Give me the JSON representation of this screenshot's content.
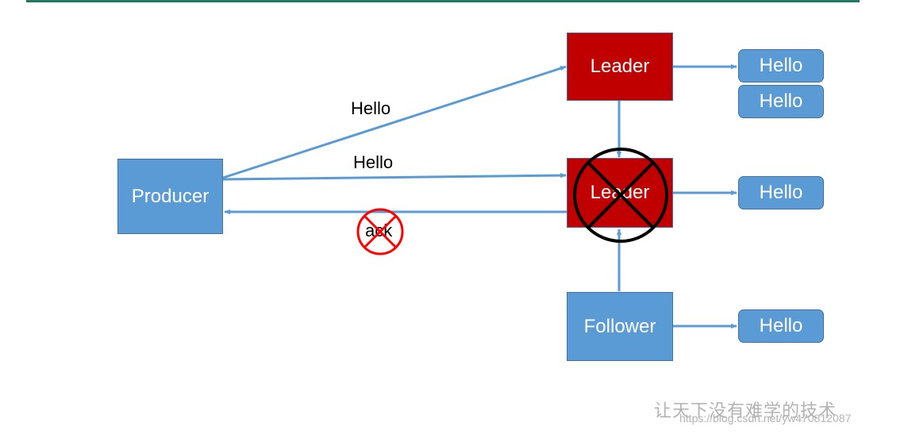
{
  "diagram": {
    "producer": "Producer",
    "leader_top": "Leader",
    "leader_failed": "Leader",
    "follower": "Follower",
    "messages": {
      "leader_top_1": "Hello",
      "leader_top_2": "Hello",
      "leader_failed": "Hello",
      "follower": "Hello"
    },
    "edge_labels": {
      "to_leader_top": "Hello",
      "to_leader_failed": "Hello",
      "ack": "ack"
    }
  },
  "watermark": {
    "chinese": "让天下没有难学的技术",
    "url": "https://blog.csdn.net/yw470812087"
  },
  "colors": {
    "node_blue": "#5b9bd5",
    "node_border": "#41719c",
    "leader_red": "#c00000",
    "arrow": "#5b9bd5",
    "ack_cross": "#ff0000",
    "failure_cross": "#000000",
    "top_bar": "#1f7a62"
  }
}
